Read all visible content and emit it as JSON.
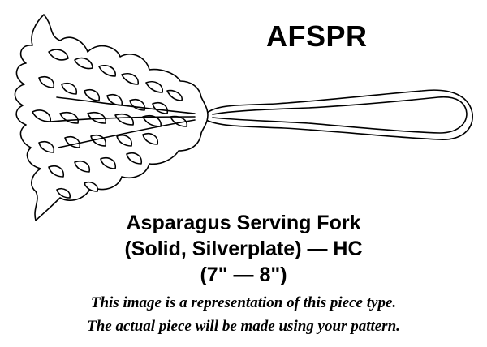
{
  "header": {
    "code": "AFSPR"
  },
  "product": {
    "name": "Asparagus Serving Fork",
    "type": "(Solid, Silverplate) — HC",
    "size": "(7\" — 8\")"
  },
  "disclaimer": {
    "line1": "This image is a representation of this piece type.",
    "line2": "The actual piece will be made using your pattern."
  },
  "illustration": {
    "icon": "asparagus-serving-fork-icon",
    "stroke_color": "#000000",
    "fill_color": "#ffffff"
  }
}
